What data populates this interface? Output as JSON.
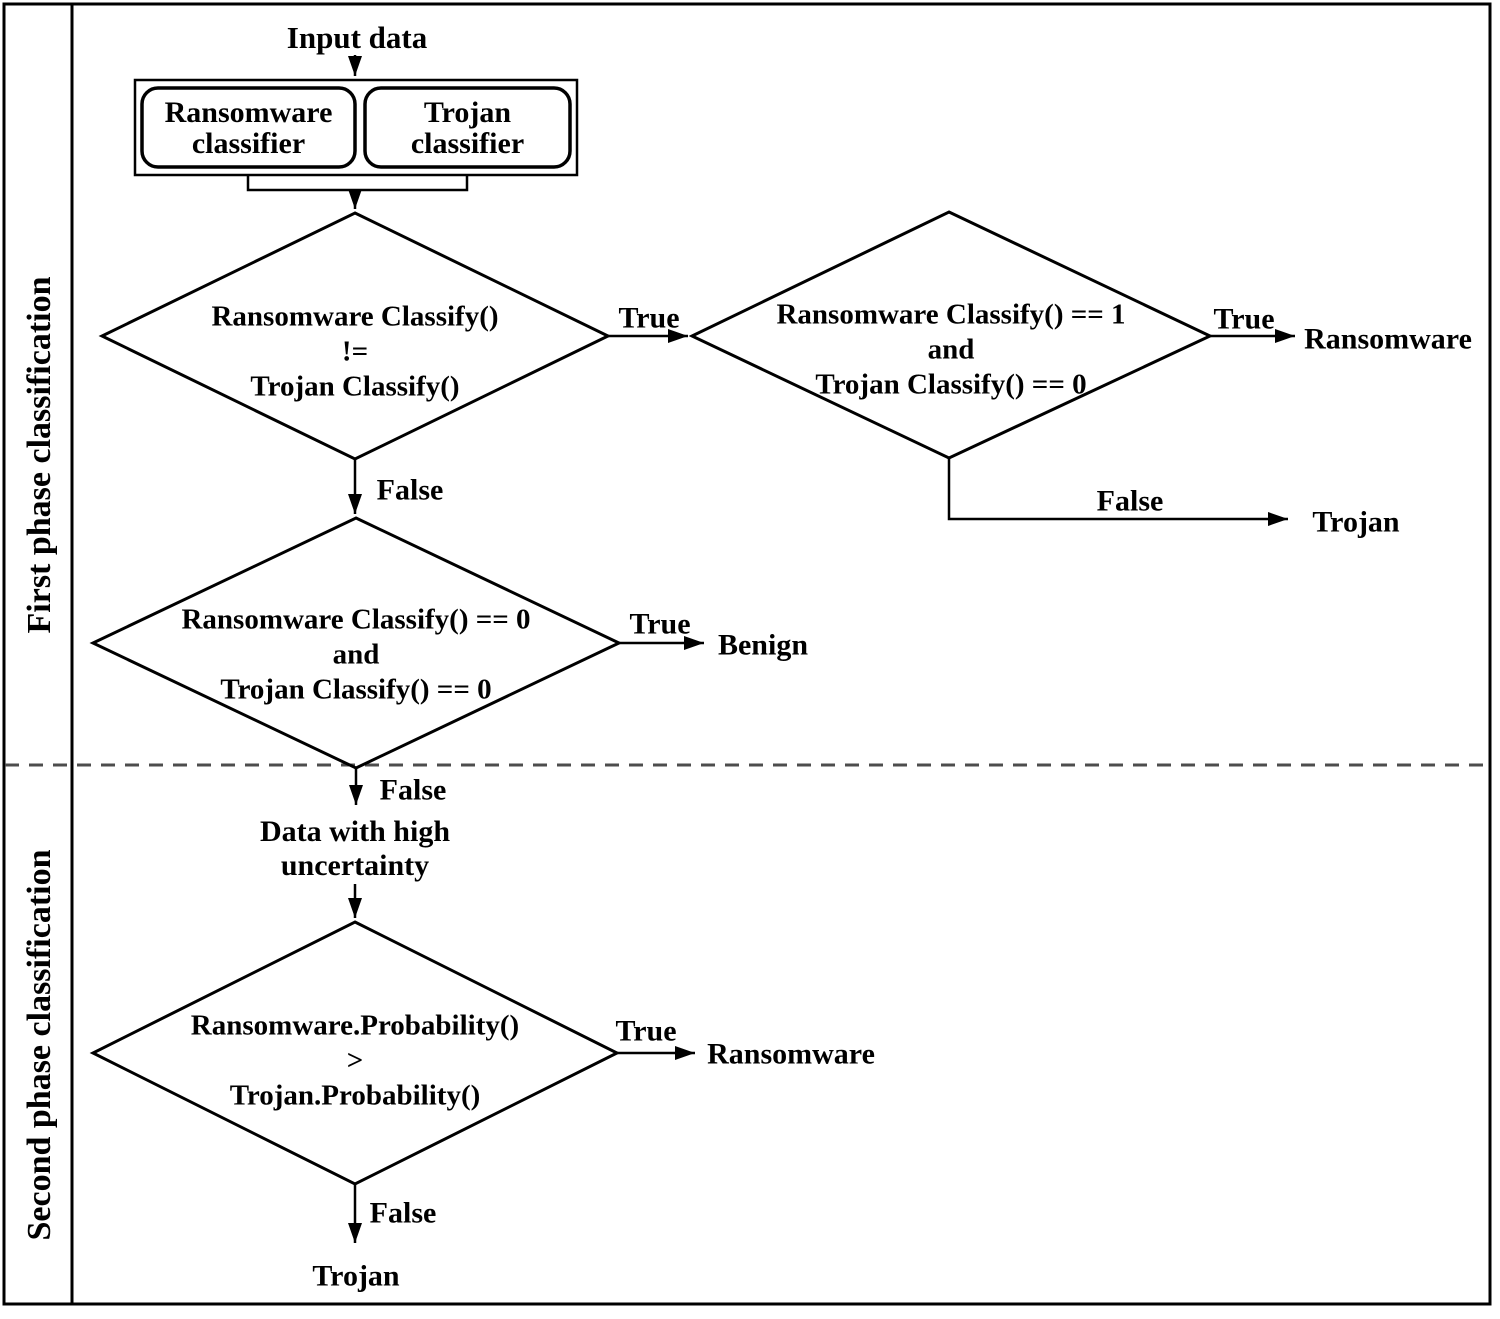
{
  "sidebar": {
    "phase1": "First phase classification",
    "phase2": "Second phase classification"
  },
  "nodes": {
    "input": "Input data",
    "classifier_ransomware": "Ransomware classifier",
    "classifier_trojan": "Trojan classifier",
    "uncertainty": [
      "Data with high",
      "uncertainty"
    ],
    "decision1": [
      "Ransomware Classify()",
      "!=",
      "Trojan Classify()"
    ],
    "decision2": [
      "Ransomware Classify() == 1",
      "and",
      "Trojan Classify() == 0"
    ],
    "decision3": [
      "Ransomware Classify() == 0",
      "and",
      "Trojan Classify() == 0"
    ],
    "decision4": [
      "Ransomware.Probability()",
      ">",
      "Trojan.Probability()"
    ]
  },
  "edges": {
    "d1_true": "True",
    "d1_false": "False",
    "d2_true": "True",
    "d2_false": "False",
    "d3_true": "True",
    "d3_false": "False",
    "d4_true": "True",
    "d4_false": "False"
  },
  "outcomes": {
    "d2_true": "Ransomware",
    "d2_false": "Trojan",
    "d3_true": "Benign",
    "d4_true": "Ransomware",
    "d4_false": "Trojan"
  },
  "colors": {
    "stroke": "#000000",
    "text": "#000000",
    "divider_dashed": "#4d4d4d",
    "background": "#ffffff"
  }
}
